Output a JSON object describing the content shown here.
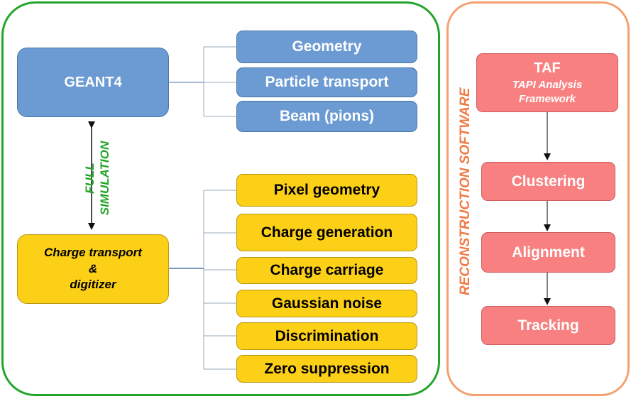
{
  "simulation": {
    "label_line1": "FULL",
    "label_line2": "SIMULATION",
    "geant": "GEANT4",
    "geant_items": [
      "Geometry",
      "Particle transport",
      "Beam (pions)"
    ],
    "digitizer_line1": "Charge transport",
    "digitizer_line2": "&",
    "digitizer_line3": "digitizer",
    "digitizer_items": [
      "Pixel geometry",
      "Charge generation",
      "Charge carriage",
      "Gaussian noise",
      "Discrimination",
      "Zero suppression"
    ]
  },
  "reconstruction": {
    "label": "RECONSTRUCTION SOFTWARE",
    "taf_title": "TAF",
    "taf_sub1": "TAPI Analysis",
    "taf_sub2": "Framework",
    "steps": [
      "Clustering",
      "Alignment",
      "Tracking"
    ]
  },
  "colors": {
    "simulation_frame": "#22a52a",
    "reconstruction_frame": "#f5a070",
    "geant_blue": "#6b9bd2",
    "digitizer_yellow": "#fdd018",
    "reco_pink": "#f88080"
  }
}
